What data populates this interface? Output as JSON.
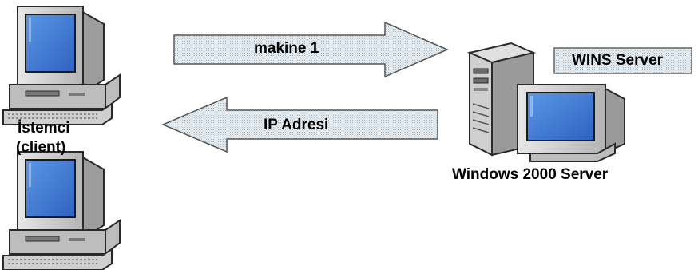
{
  "diagram": {
    "request_arrow_label": "makine 1",
    "response_arrow_label": "IP Adresi",
    "wins_label": "WINS Server",
    "server_label": "Windows 2000 Server",
    "client_label_line1": "İstemci",
    "client_label_line2": "(client)"
  },
  "icons": {
    "client_top": "client-computer-icon",
    "client_bottom": "client-computer-icon",
    "server": "server-tower-icon",
    "server_monitor": "monitor-icon"
  },
  "colors": {
    "screen": "#3a7ad6",
    "case": "#c8c8c8",
    "arrow_fill": "#dfe6ec",
    "outline": "#2a2a2a"
  }
}
